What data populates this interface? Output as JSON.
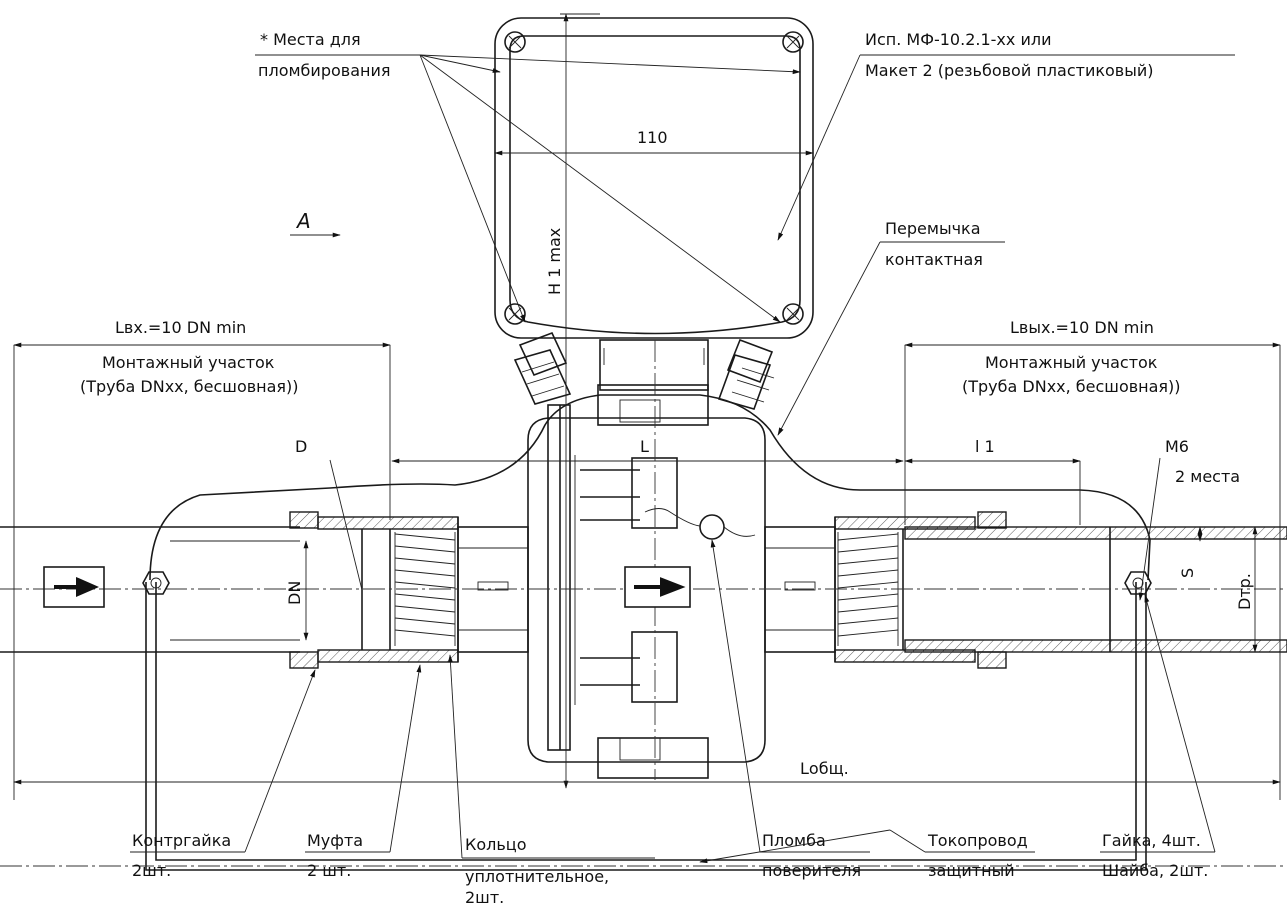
{
  "labels": {
    "seal_places_1": "* Места для",
    "seal_places_2": "пломбирования",
    "execution_1": "Исп. МФ-10.2.1-хх или",
    "execution_2": "Макет 2 (резьбовой пластиковый)",
    "dim_110": "110",
    "view_a": "A",
    "h1max": "H 1 max",
    "jumper_1": "Перемычка",
    "jumper_2": "контактная",
    "l_in": "Lвх.=10 DN  min",
    "mount_left_1": "Монтажный участок",
    "mount_left_2": "(Труба DNxx, бесшовная))",
    "l_out": "Lвых.=10 DN  min",
    "mount_right_1": "Монтажный участок",
    "mount_right_2": "(Труба DNxx, бесшовная))",
    "dim_d": "D",
    "dim_l": "L",
    "dim_l1": "l 1",
    "m6": "M6",
    "m6_places": "2 места",
    "dim_dn": "DN",
    "dim_s": "S",
    "dim_dtr": "Dтр.",
    "l_total": "Lобщ.",
    "locknut_1": "Контргайка",
    "locknut_2": "2шт.",
    "coupling_1": "Муфта",
    "coupling_2": "2 шт.",
    "ring_1": "Кольцо",
    "ring_2": "уплотнительное,",
    "ring_3": "2шт.",
    "verifier_1": "Пломба",
    "verifier_2": "поверителя",
    "conductor_1": "Токопровод",
    "conductor_2": "защитный",
    "nut_1": "Гайка, 4шт.",
    "nut_2": "Шайба, 2шт."
  }
}
